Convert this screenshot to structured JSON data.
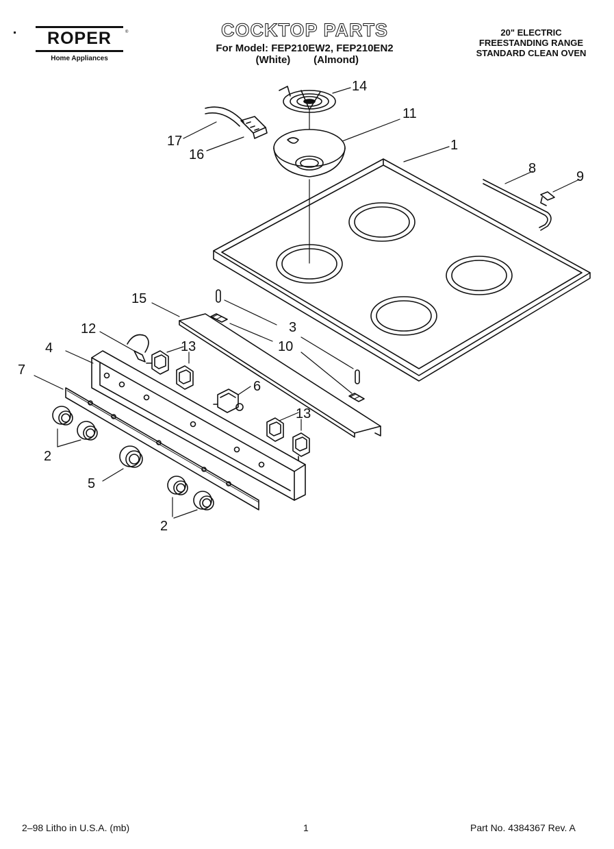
{
  "brand": {
    "name": "ROPER",
    "tagline": "Home Appliances"
  },
  "header": {
    "title": "COCKTOP PARTS",
    "models_line": "For Model: FEP210EW2, FEP210EN2",
    "color_white": "(White)",
    "color_almond": "(Almond)"
  },
  "spec": {
    "line1": "20\" ELECTRIC",
    "line2": "FREESTANDING RANGE",
    "line3": "STANDARD CLEAN OVEN"
  },
  "footer": {
    "left": "2–98 Litho in U.S.A. (mb)",
    "page": "1",
    "part": "Part No. 4384367 Rev. A"
  },
  "callouts": {
    "c1": "1",
    "c2a": "2",
    "c2b": "2",
    "c3": "3",
    "c4": "4",
    "c5": "5",
    "c6": "6",
    "c7": "7",
    "c8": "8",
    "c9": "9",
    "c10": "10",
    "c11": "11",
    "c12": "12",
    "c13a": "13",
    "c13b": "13",
    "c14": "14",
    "c15": "15",
    "c16": "16",
    "c17": "17"
  }
}
